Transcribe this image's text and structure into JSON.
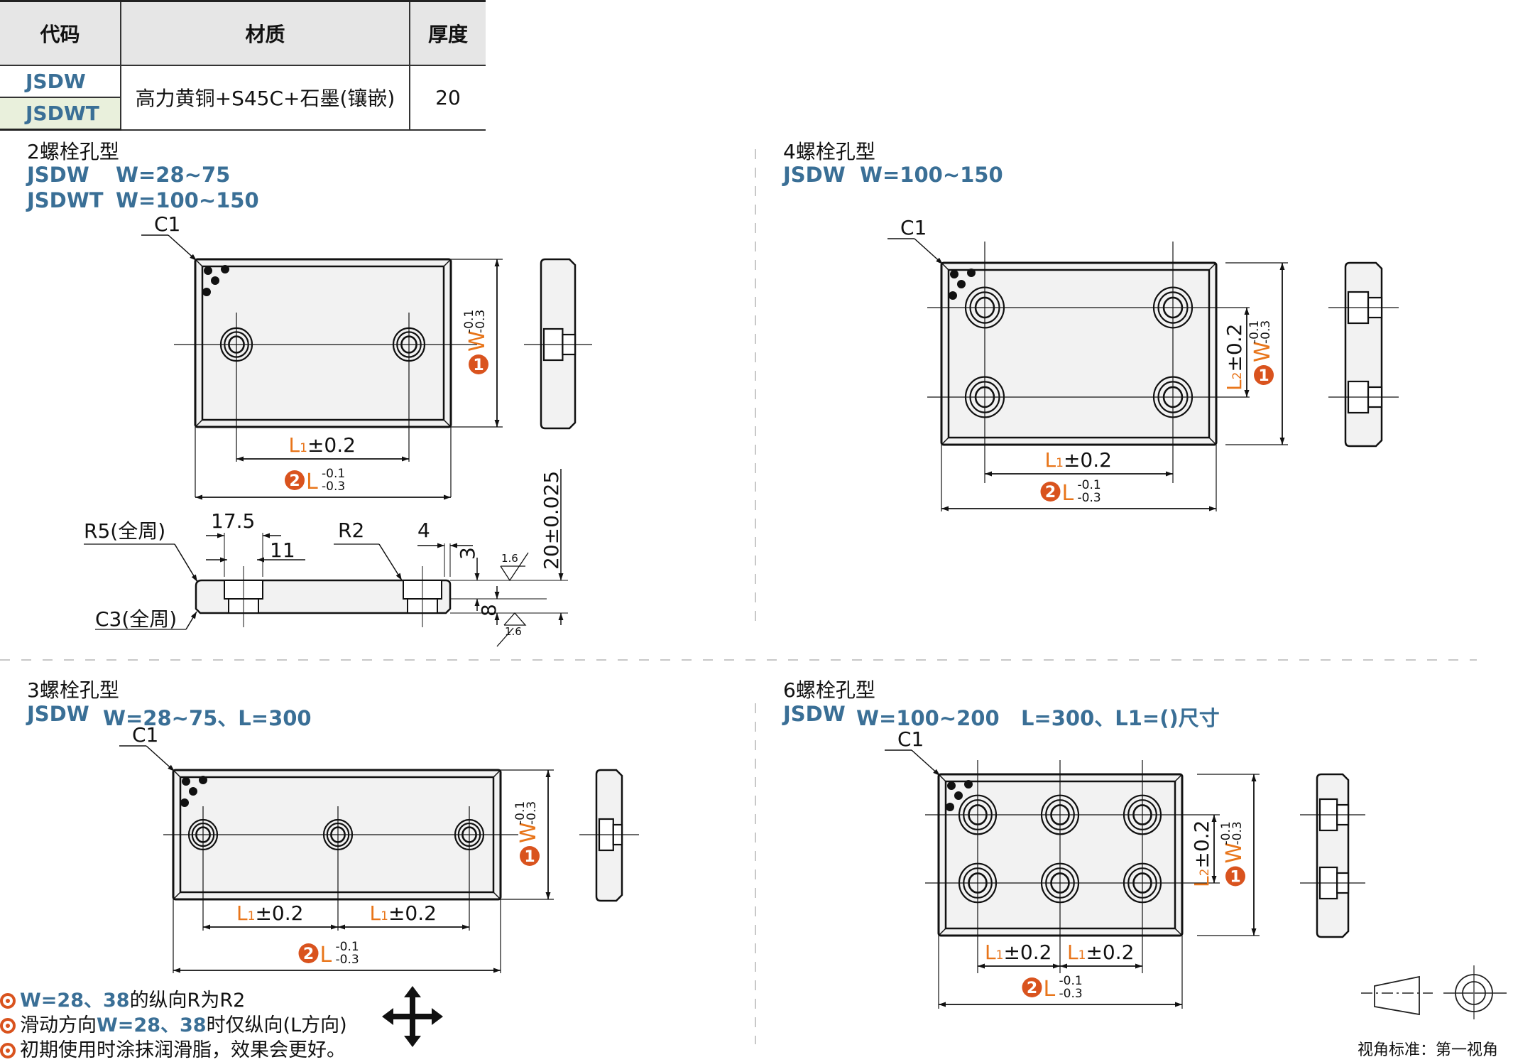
{
  "spec_table": {
    "headers": [
      "代码",
      "材质",
      "厚度"
    ],
    "codes": [
      "JSDW",
      "JSDWT"
    ],
    "material": "高力黄铜+S45C+石墨(镶嵌)",
    "thickness": "20"
  },
  "sections": {
    "two_bolt": {
      "title": "2螺栓孔型",
      "lines": [
        {
          "code": "JSDW",
          "range": "W=28~75"
        },
        {
          "code": "JSDWT",
          "range": "W=100~150"
        }
      ]
    },
    "four_bolt": {
      "title": "4螺栓孔型",
      "lines": [
        {
          "code": "JSDW",
          "range": "W=100~150"
        }
      ]
    },
    "three_bolt": {
      "title": "3螺栓孔型",
      "lines": [
        {
          "code": "JSDW",
          "range": "W=28~75、L=300"
        }
      ]
    },
    "six_bolt": {
      "title": "6螺栓孔型",
      "lines": [
        {
          "code": "JSDW",
          "range": "W=100~200   L=300、L1=()尺寸"
        }
      ]
    }
  },
  "dimensions": {
    "chamfer": "C1",
    "w_label": "W",
    "w_tol_upper": "-0.1",
    "w_tol_lower": "-0.3",
    "l_label": "L",
    "l_tol_upper": "-0.1",
    "l_tol_lower": "-0.3",
    "l1_label": "L",
    "l1_sub": "1",
    "l2_label": "L",
    "l2_sub": "2",
    "pitch_tol": "±0.2",
    "badge_w": "1",
    "badge_l": "2",
    "section": {
      "r5": "R5(全周)",
      "c3": "C3(全周)",
      "r2": "R2",
      "cb_dia": "17.5",
      "hole_dia": "11",
      "edge": "4",
      "depth1": "3",
      "depth2": "8",
      "thickness": "20±0.025",
      "roughness": "1.6"
    }
  },
  "notes": [
    {
      "blue": "W=28、38",
      "text_after": "的纵向R为R2",
      "text_before": ""
    },
    {
      "text_before": "滑动方向",
      "blue": "W=28、38",
      "text_after": "时仅纵向(L方向)"
    },
    {
      "text_before": "初期使用时涂抹润滑脂，效果会更好。",
      "blue": "",
      "text_after": ""
    }
  ],
  "projection": {
    "label": "视角标准：第一视角"
  },
  "colors": {
    "blue": "#3a6f96",
    "orange": "#e8751a",
    "badge": "#d9531e",
    "part_fill": "#f2f2f2",
    "header_fill": "#e6e6e6",
    "alt_row_fill": "#e9f0dc"
  }
}
